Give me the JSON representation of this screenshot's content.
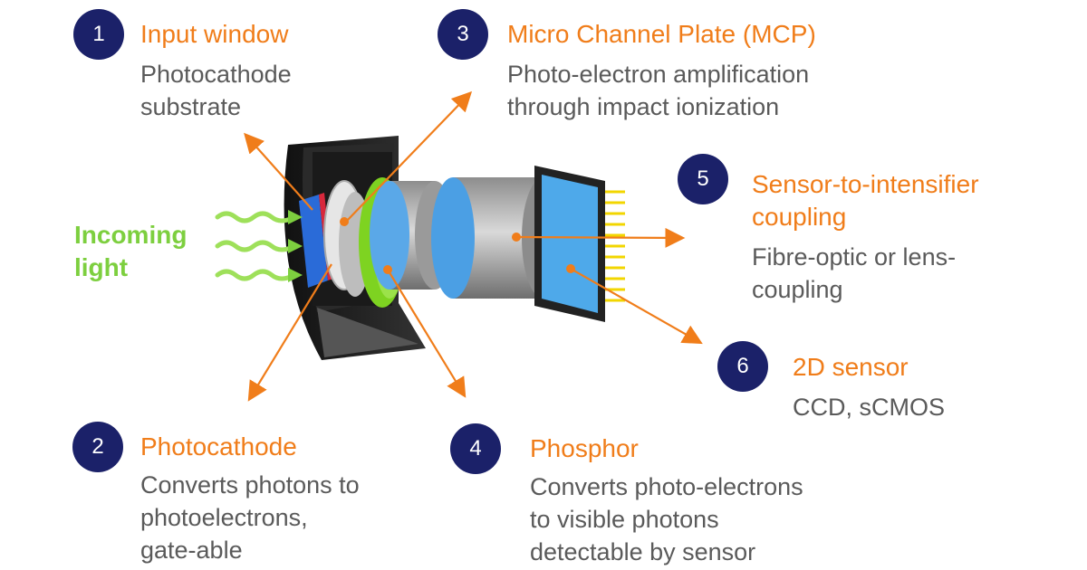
{
  "items": [
    {
      "num": "1",
      "title": "Input window",
      "desc": [
        "Photocathode",
        "substrate"
      ]
    },
    {
      "num": "2",
      "title": "Photocathode",
      "desc": [
        "Converts photons to",
        "photoelectrons,",
        "gate-able"
      ]
    },
    {
      "num": "3",
      "title": "Micro Channel Plate (MCP)",
      "desc": [
        "Photo-electron amplification",
        "through impact ionization"
      ]
    },
    {
      "num": "4",
      "title": "Phosphor",
      "desc": [
        "Converts photo-electrons",
        "to visible photons",
        "detectable by sensor"
      ]
    },
    {
      "num": "5",
      "title": "Sensor-to-intensifier",
      "title2": "coupling",
      "desc": [
        "Fibre-optic or lens-",
        "coupling"
      ]
    },
    {
      "num": "6",
      "title": "2D sensor",
      "desc": [
        "CCD, sCMOS"
      ]
    }
  ],
  "incoming": [
    "Incoming",
    "light"
  ],
  "colors": {
    "badge": "#1b2169",
    "title": "#f07d1a",
    "text": "#5a5a5a",
    "light": "#7dcf3f",
    "arrow": "#f07d1a"
  }
}
